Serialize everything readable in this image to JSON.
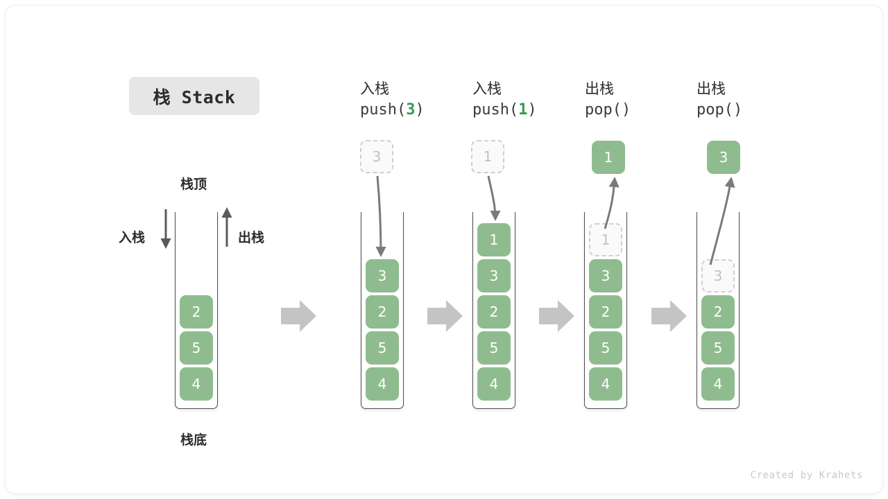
{
  "title_badge": "栈 Stack",
  "labels": {
    "top": "栈顶",
    "bottom": "栈底",
    "push_side": "入栈",
    "pop_side": "出栈"
  },
  "footer": "Created by Krahets",
  "colors": {
    "cell_green": "#8fbc8f",
    "code_number_green": "#2e9e4f",
    "ghost_border": "#cfcfcf",
    "ghost_text": "#c2c2c2",
    "arrow_gray": "#7a7a7a",
    "transition_arrow": "#c4c4c4",
    "badge_bg": "#e6e6e6",
    "container_stroke": "#4d4d4d"
  },
  "columns": [
    {
      "id": "initial",
      "heading_cn": "",
      "heading_code": "",
      "cells": [
        {
          "value": "2",
          "state": "solid"
        },
        {
          "value": "5",
          "state": "solid"
        },
        {
          "value": "4",
          "state": "solid"
        }
      ]
    },
    {
      "id": "push-3",
      "heading_cn": "入栈",
      "heading_code_prefix": "push(",
      "heading_code_num": "3",
      "heading_code_suffix": ")",
      "float_box": {
        "value": "3",
        "state": "ghost"
      },
      "cells": [
        {
          "value": "3",
          "state": "solid"
        },
        {
          "value": "2",
          "state": "solid"
        },
        {
          "value": "5",
          "state": "solid"
        },
        {
          "value": "4",
          "state": "solid"
        }
      ]
    },
    {
      "id": "push-1",
      "heading_cn": "入栈",
      "heading_code_prefix": "push(",
      "heading_code_num": "1",
      "heading_code_suffix": ")",
      "float_box": {
        "value": "1",
        "state": "ghost"
      },
      "cells": [
        {
          "value": "1",
          "state": "solid"
        },
        {
          "value": "3",
          "state": "solid"
        },
        {
          "value": "2",
          "state": "solid"
        },
        {
          "value": "5",
          "state": "solid"
        },
        {
          "value": "4",
          "state": "solid"
        }
      ]
    },
    {
      "id": "pop-1",
      "heading_cn": "出栈",
      "heading_code_prefix": "pop(",
      "heading_code_num": "",
      "heading_code_suffix": ")",
      "float_box": {
        "value": "1",
        "state": "solid"
      },
      "cells": [
        {
          "value": "1",
          "state": "ghost"
        },
        {
          "value": "3",
          "state": "solid"
        },
        {
          "value": "2",
          "state": "solid"
        },
        {
          "value": "5",
          "state": "solid"
        },
        {
          "value": "4",
          "state": "solid"
        }
      ]
    },
    {
      "id": "pop-3",
      "heading_cn": "出栈",
      "heading_code_prefix": "pop(",
      "heading_code_num": "",
      "heading_code_suffix": ")",
      "float_box": {
        "value": "3",
        "state": "solid"
      },
      "cells": [
        {
          "value": "3",
          "state": "ghost"
        },
        {
          "value": "2",
          "state": "solid"
        },
        {
          "value": "5",
          "state": "solid"
        },
        {
          "value": "4",
          "state": "solid"
        }
      ]
    }
  ]
}
